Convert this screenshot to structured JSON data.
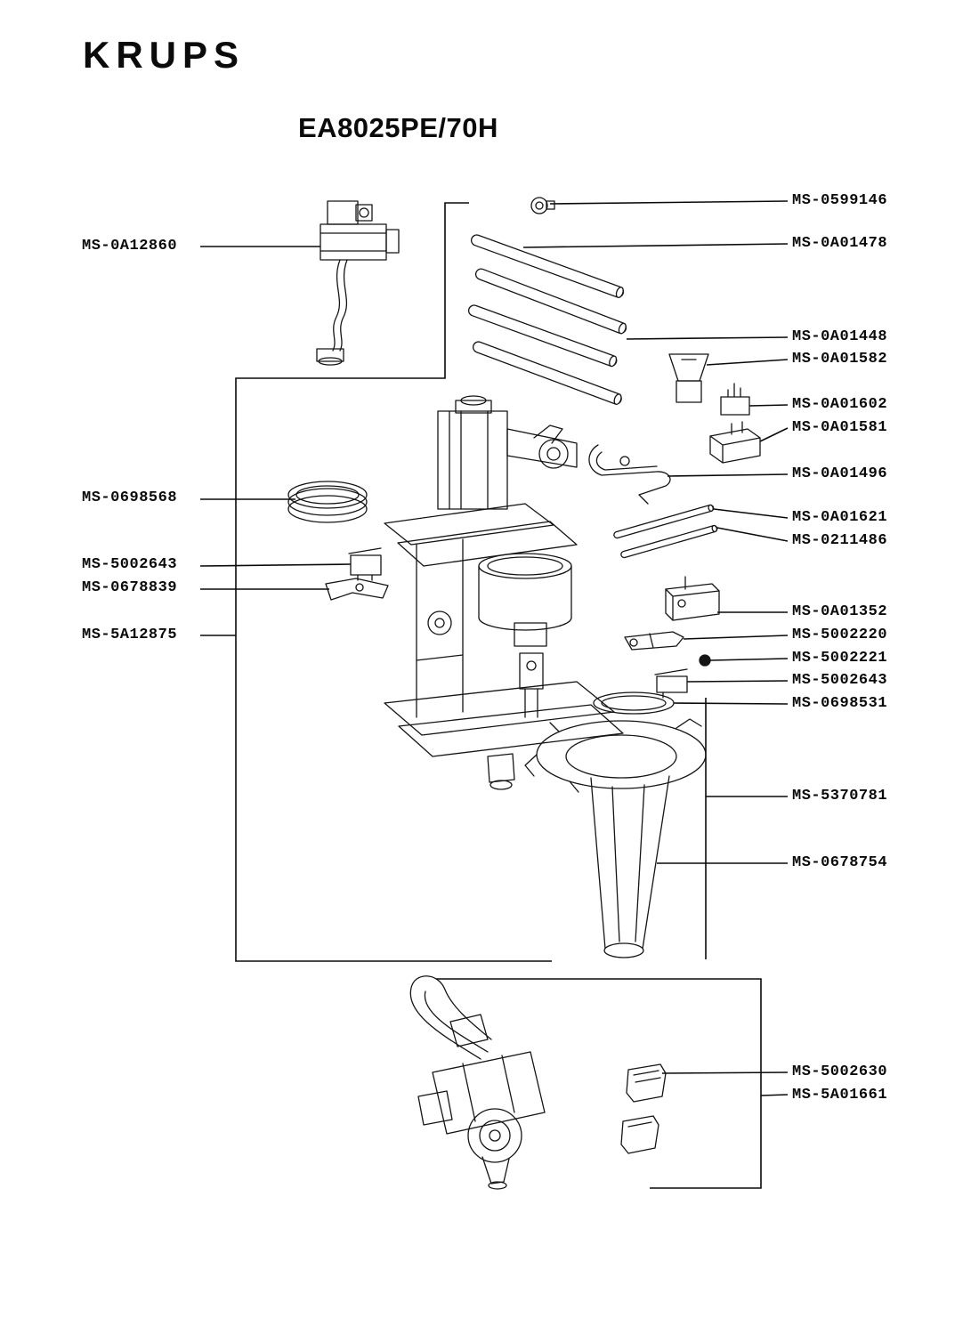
{
  "brand": "KRUPS",
  "title": "EA8025PE/70H",
  "colors": {
    "ink": "#0a0a0a",
    "background": "#ffffff"
  },
  "part_labels": {
    "left": [
      "MS-0A12860",
      "MS-0698568",
      "MS-5002643",
      "MS-0678839",
      "MS-5A12875"
    ],
    "right": [
      "MS-0599146",
      "MS-0A01478",
      "MS-0A01448",
      "MS-0A01582",
      "MS-0A01602",
      "MS-0A01581",
      "MS-0A01496",
      "MS-0A01621",
      "MS-0211486",
      "MS-0A01352",
      "MS-5002220",
      "MS-5002221",
      "MS-5002643",
      "MS-0698531",
      "MS-5370781",
      "MS-0678754",
      "MS-5002630",
      "MS-5A01661"
    ]
  }
}
